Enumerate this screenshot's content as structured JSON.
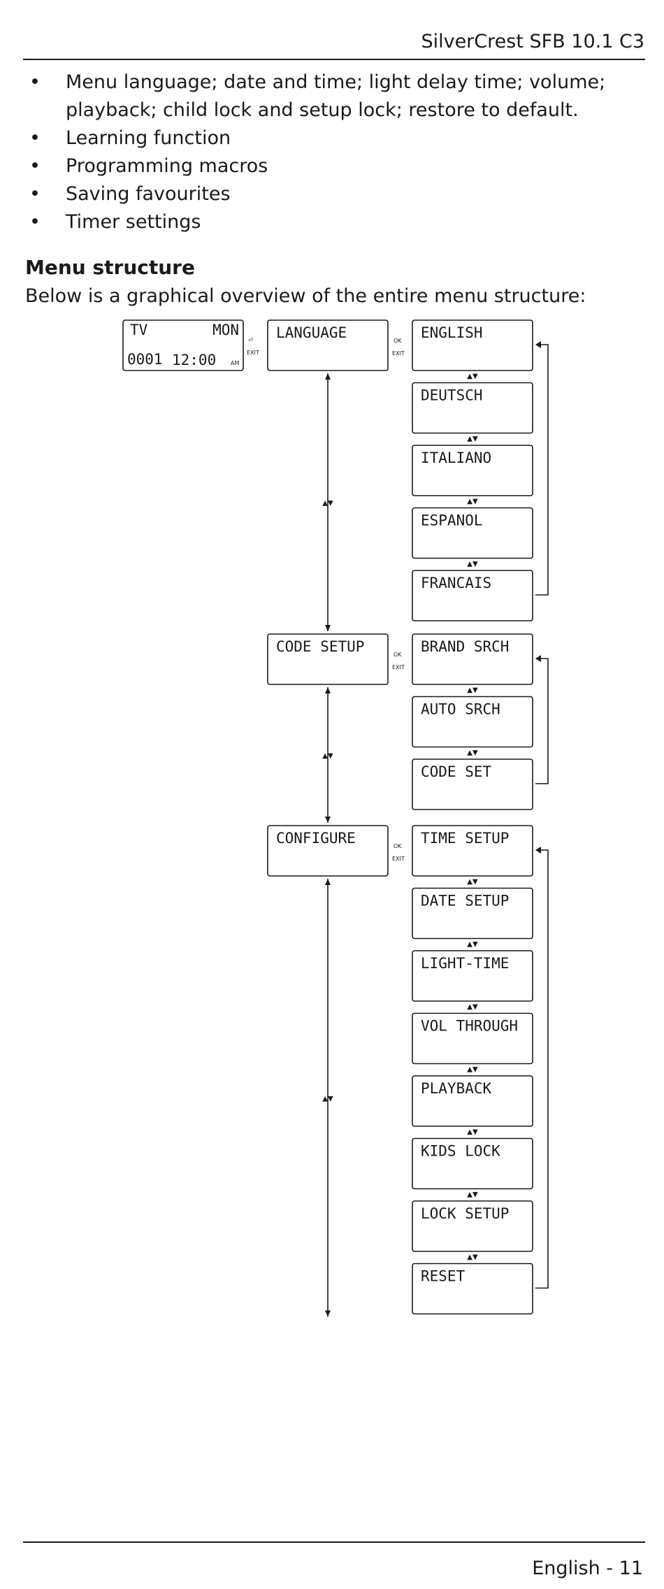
{
  "header": {
    "title": "SilverCrest SFB 10.1 C3"
  },
  "features": [
    "Menu language; date and time; light delay time; volume; playback; child lock and setup lock; restore to default.",
    "Learning function",
    "Programming macros",
    "Saving favourites",
    "Timer settings"
  ],
  "bullet_symbol": "•",
  "section": {
    "title": "Menu structure",
    "intro": "Below is a graphical overview of the entire menu structure:"
  },
  "diagram": {
    "display": {
      "mode": "TV",
      "day": "MON",
      "code": "0001",
      "time": "12:00",
      "suffix": "AM"
    },
    "key_labels": {
      "enter": "OK",
      "exit": "EXIT",
      "updown": "▲▼"
    },
    "groups": [
      {
        "menu": "LANGUAGE",
        "items": [
          "ENGLISH",
          "DEUTSCH",
          "ITALIANO",
          "ESPANOL",
          "FRANCAIS"
        ]
      },
      {
        "menu": "CODE SETUP",
        "items": [
          "BRAND SRCH",
          "AUTO SRCH",
          "CODE SET"
        ]
      },
      {
        "menu": "CONFIGURE",
        "items": [
          "TIME SETUP",
          "DATE SETUP",
          "LIGHT-TIME",
          "VOL THROUGH",
          "PLAYBACK",
          "KIDS LOCK",
          "LOCK SETUP",
          "RESET"
        ]
      }
    ]
  },
  "footer": {
    "page_label": "English - 11"
  }
}
